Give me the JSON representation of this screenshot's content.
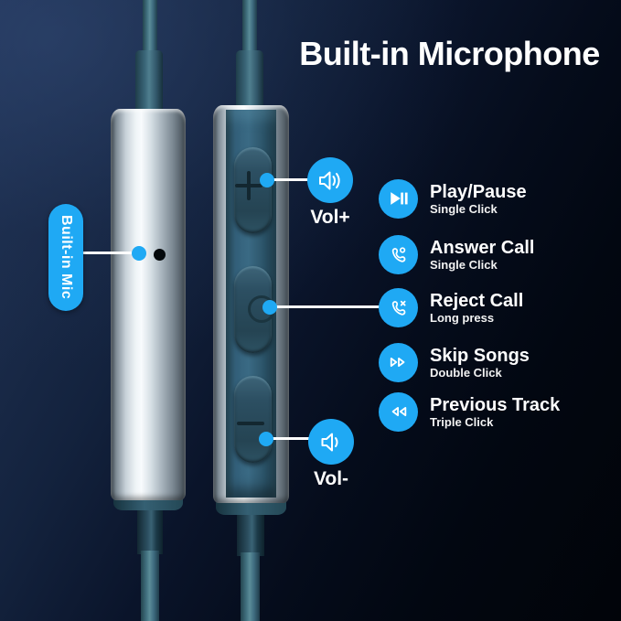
{
  "title": "Built-in Microphone",
  "mic_callout": {
    "label": "Built-in Mic"
  },
  "volume_callouts": {
    "vol_up": {
      "label": "Vol+",
      "icon": "speaker-loud-icon"
    },
    "vol_down": {
      "label": "Vol-",
      "icon": "speaker-low-icon"
    }
  },
  "remote": {
    "buttons": [
      {
        "name": "volume-up-button",
        "glyph": "+"
      },
      {
        "name": "multifunction-button",
        "glyph": "circle"
      },
      {
        "name": "volume-down-button",
        "glyph": "-"
      }
    ]
  },
  "functions": [
    {
      "icon": "play-pause-icon",
      "title": "Play/Pause",
      "subtitle": "Single Click"
    },
    {
      "icon": "answer-call-icon",
      "title": "Answer Call",
      "subtitle": "Single Click"
    },
    {
      "icon": "reject-call-icon",
      "title": "Reject Call",
      "subtitle": "Long press"
    },
    {
      "icon": "skip-songs-icon",
      "title": "Skip Songs",
      "subtitle": "Double Click"
    },
    {
      "icon": "previous-track-icon",
      "title": "Previous Track",
      "subtitle": "Triple Click"
    }
  ],
  "colors": {
    "accent": "#1fa9f4",
    "cable_teal": "#3f6c80",
    "panel_teal": "#2e5468",
    "metal_highlight": "#f5f9fb",
    "background_top_left": "#22365a",
    "background_bottom": "#010409"
  }
}
